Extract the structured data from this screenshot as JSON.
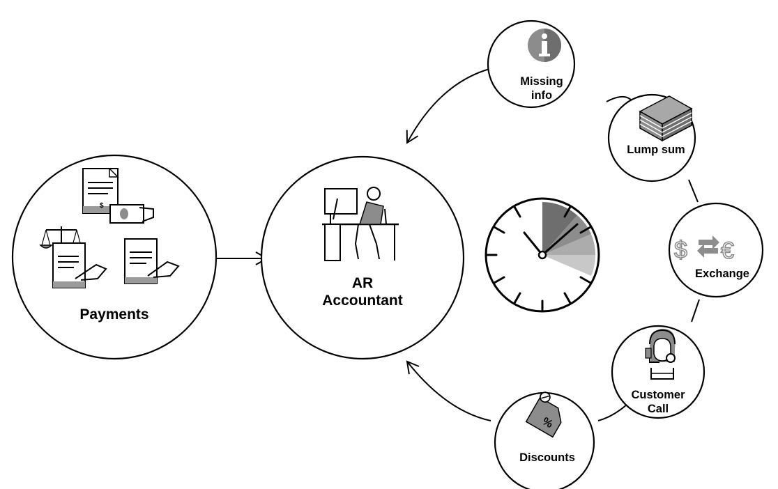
{
  "nodes": {
    "payments": {
      "label": "Payments"
    },
    "ar_accountant": {
      "label_line1": "AR",
      "label_line2": "Accountant"
    },
    "missing_info": {
      "label_line1": "Missing",
      "label_line2": "info"
    },
    "lump_sum": {
      "label": "Lump sum"
    },
    "exchange": {
      "label": "Exchange"
    },
    "customer_call": {
      "label_line1": "Customer",
      "label_line2": "Call"
    },
    "discounts": {
      "label": "Discounts"
    }
  },
  "icons": {
    "payments": "payment-documents-icon",
    "ar_accountant": "accountant-at-desk-icon",
    "clock": "clock-icon",
    "missing_info": "info-icon",
    "lump_sum": "money-stack-icon",
    "exchange": "currency-exchange-icon",
    "customer_call": "headset-agent-icon",
    "discounts": "discount-tag-icon"
  },
  "colors": {
    "stroke": "#000000",
    "icon_gray": "#8c8c8c",
    "icon_dark": "#5a5a5a",
    "clock_wedge_1": "#6e6e6e",
    "clock_wedge_2": "#8d8d8d",
    "clock_wedge_3": "#acacac",
    "clock_wedge_4": "#c8c8c8"
  }
}
